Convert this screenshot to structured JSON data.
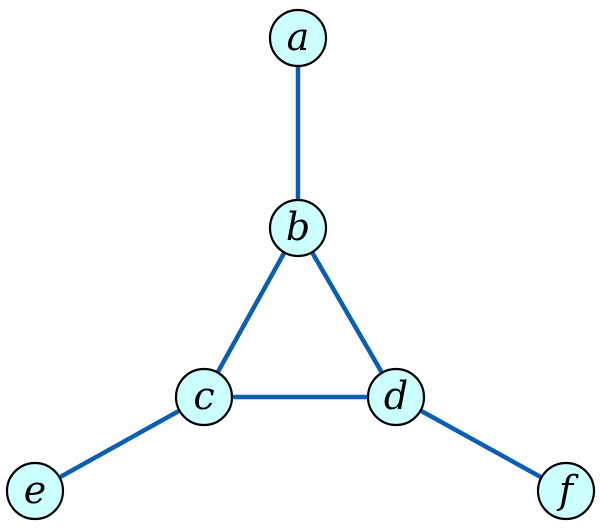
{
  "graph": {
    "nodes": [
      {
        "id": "a",
        "label": "a"
      },
      {
        "id": "b",
        "label": "b"
      },
      {
        "id": "c",
        "label": "c"
      },
      {
        "id": "d",
        "label": "d"
      },
      {
        "id": "e",
        "label": "e"
      },
      {
        "id": "f",
        "label": "f"
      }
    ],
    "edges": [
      {
        "from": "a",
        "to": "b"
      },
      {
        "from": "b",
        "to": "c"
      },
      {
        "from": "b",
        "to": "d"
      },
      {
        "from": "c",
        "to": "d"
      },
      {
        "from": "c",
        "to": "e"
      },
      {
        "from": "d",
        "to": "f"
      }
    ]
  },
  "colors": {
    "node_fill": "#ccffff",
    "node_stroke": "#000000",
    "edge": "#0a5fb4"
  }
}
